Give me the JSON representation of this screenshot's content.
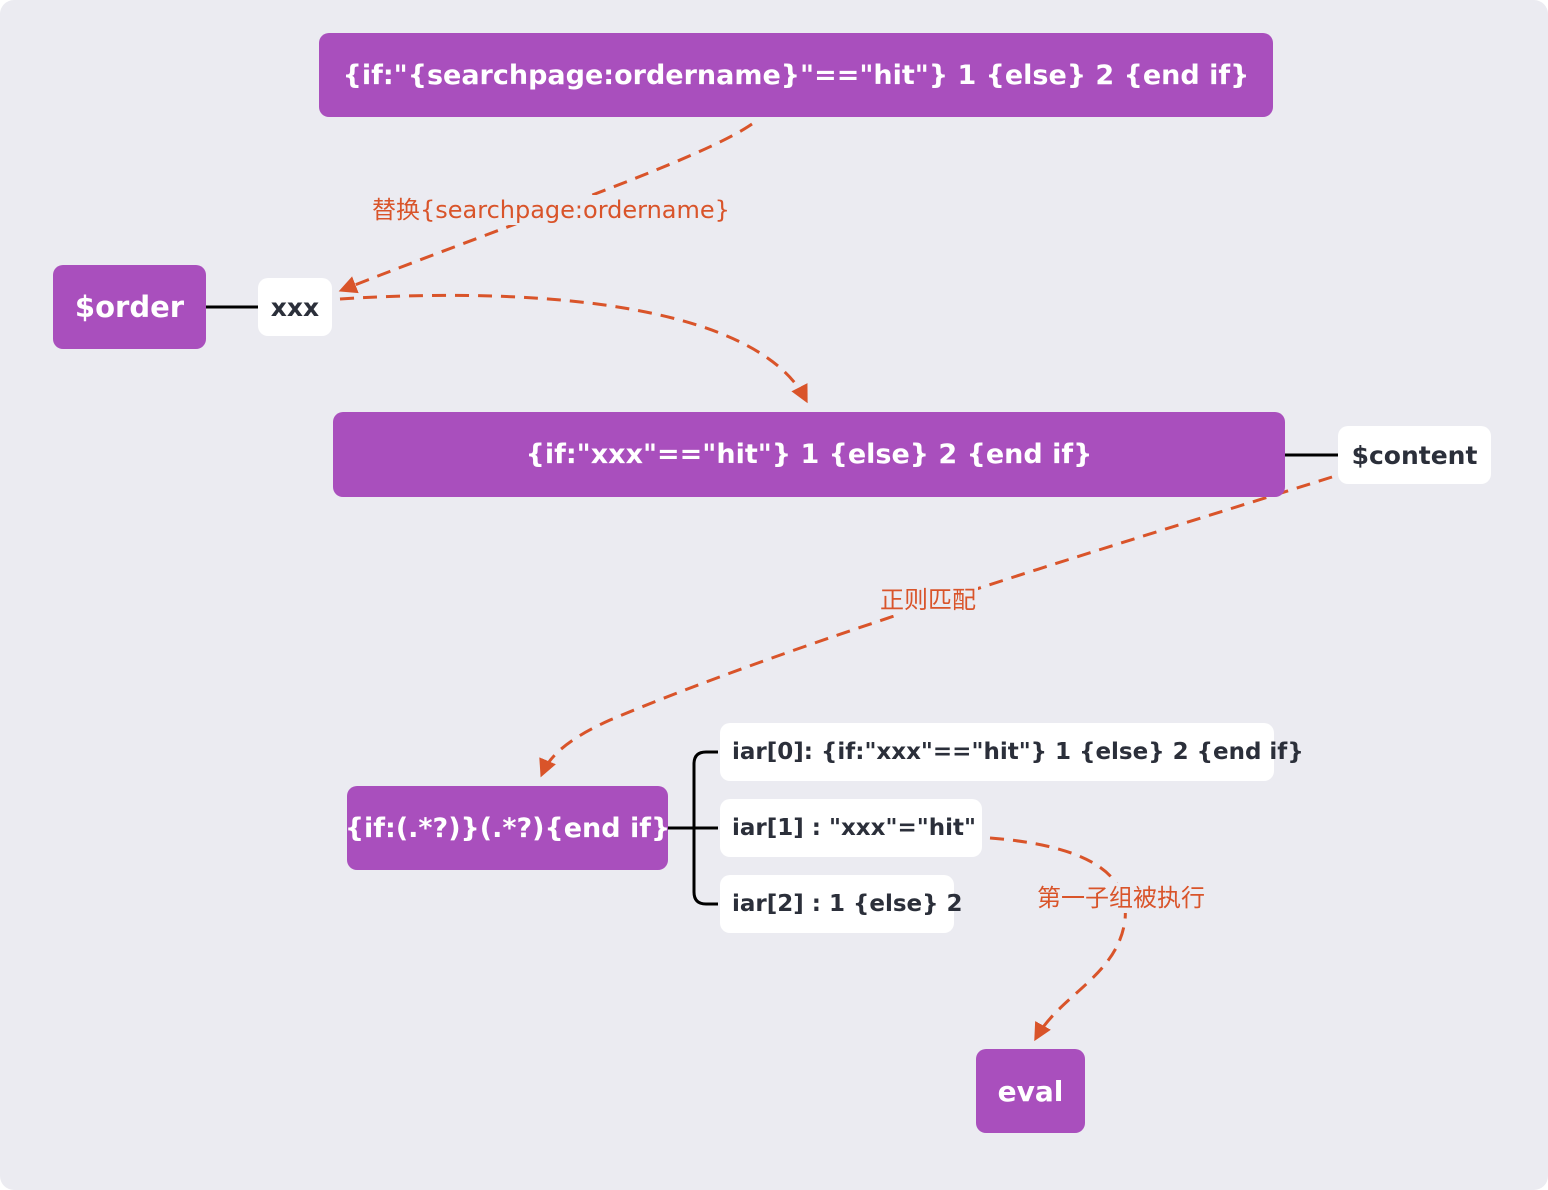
{
  "nodes": {
    "template_original": "{if:\"{searchpage:ordername}\"==\"hit\"} 1 {else} 2 {end if}",
    "order_var": "$order",
    "order_value": "xxx",
    "template_replaced": "{if:\"xxx\"==\"hit\"} 1 {else} 2 {end if}",
    "content_var": "$content",
    "regex": "{if:(.*?)}(.*?){end if}",
    "iar0": "iar[0]: {if:\"xxx\"==\"hit\"} 1 {else} 2 {end if}",
    "iar1": "iar[1] : \"xxx\"=\"hit\"",
    "iar2": "iar[2] : 1 {else} 2",
    "eval": "eval"
  },
  "edges": {
    "replace_label": "替换{searchpage:ordername}",
    "regex_label": "正则匹配",
    "exec_label": "第一子组被执行"
  },
  "colors": {
    "background": "#ebebf1",
    "node_purple": "#a94fbd",
    "node_white": "#ffffff",
    "arrow": "#d9542a",
    "connector": "#000000",
    "dark_text": "#2b2f3a"
  }
}
